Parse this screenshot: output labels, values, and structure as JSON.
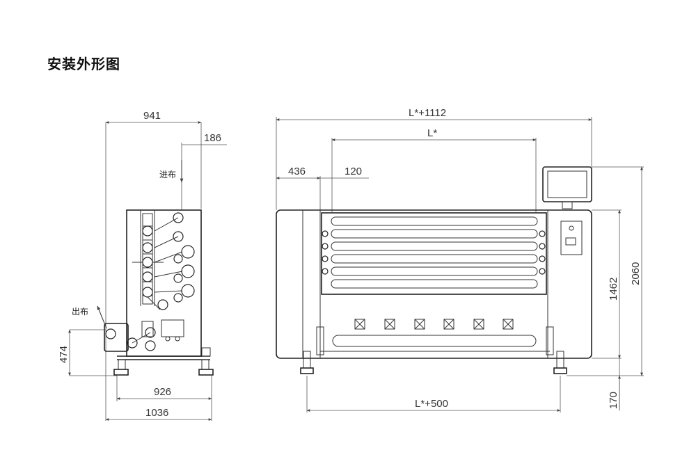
{
  "title": "安装外形图",
  "side_view": {
    "dims": {
      "overall_width": "941",
      "top_offset": "186",
      "base_width": "926",
      "total_depth": "1036",
      "exit_height": "474"
    },
    "labels": {
      "feed_in": "进布",
      "feed_out": "出布"
    }
  },
  "front_view": {
    "dims": {
      "overall_length": "L*+1112",
      "roller_length": "L*",
      "left_offset": "436",
      "gap": "120",
      "foot_span": "L*+500",
      "body_height": "1462",
      "total_height": "2060",
      "foot_height": "170"
    }
  }
}
